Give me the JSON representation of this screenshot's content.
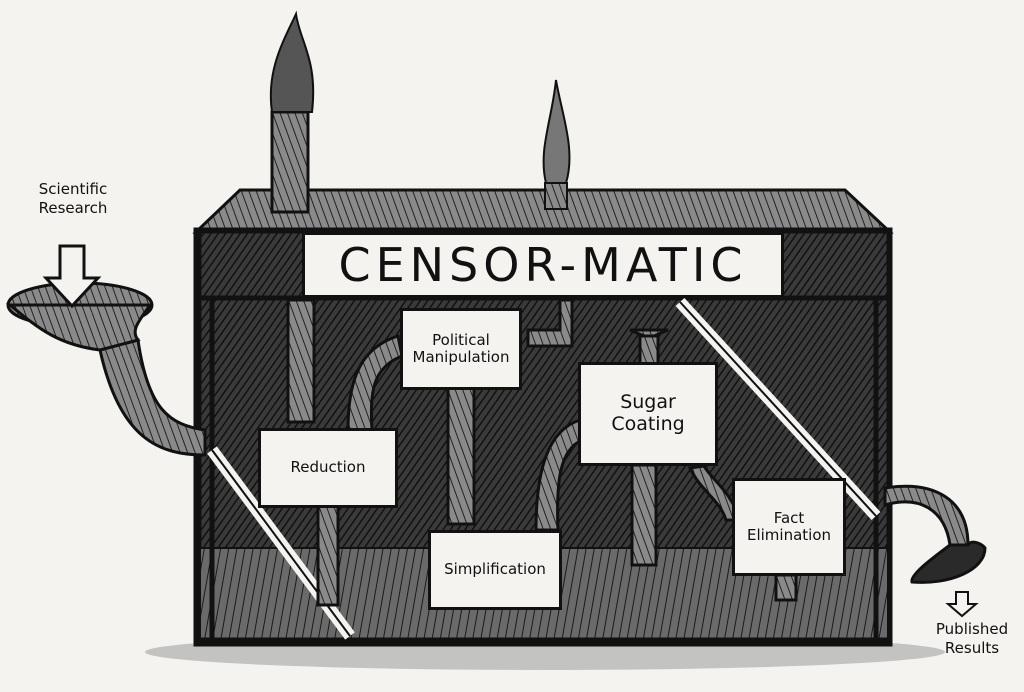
{
  "title": "CENSOR-MATIC",
  "input_label": [
    "Scientific",
    "Research"
  ],
  "output_label": [
    "Published",
    "Results"
  ],
  "modules": {
    "political_manipulation": [
      "Political",
      "Manipulation"
    ],
    "reduction": [
      "Reduction"
    ],
    "sugar_coating": [
      "Sugar",
      "Coating"
    ],
    "simplification": [
      "Simplification"
    ],
    "fact_elimination": [
      "Fact",
      "Elimination"
    ]
  },
  "colors": {
    "ink": "#111111",
    "paper": "#f4f3f0",
    "shade": "#2a2a2a"
  }
}
